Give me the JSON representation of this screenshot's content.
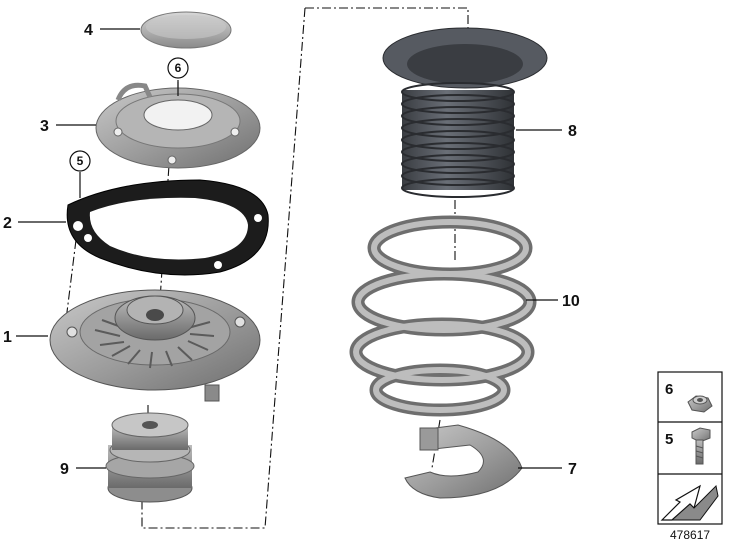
{
  "callouts": {
    "c1": "1",
    "c2": "2",
    "c3": "3",
    "c4": "4",
    "c5": "5",
    "c6": "6",
    "c7": "7",
    "c8": "8",
    "c9": "9",
    "c10": "10"
  },
  "legend": {
    "item_a": "6",
    "item_b": "5"
  },
  "image_number": "478617",
  "colors": {
    "metal": "#8e8e8e",
    "rubber": "#4b4f56",
    "line": "#111111"
  }
}
